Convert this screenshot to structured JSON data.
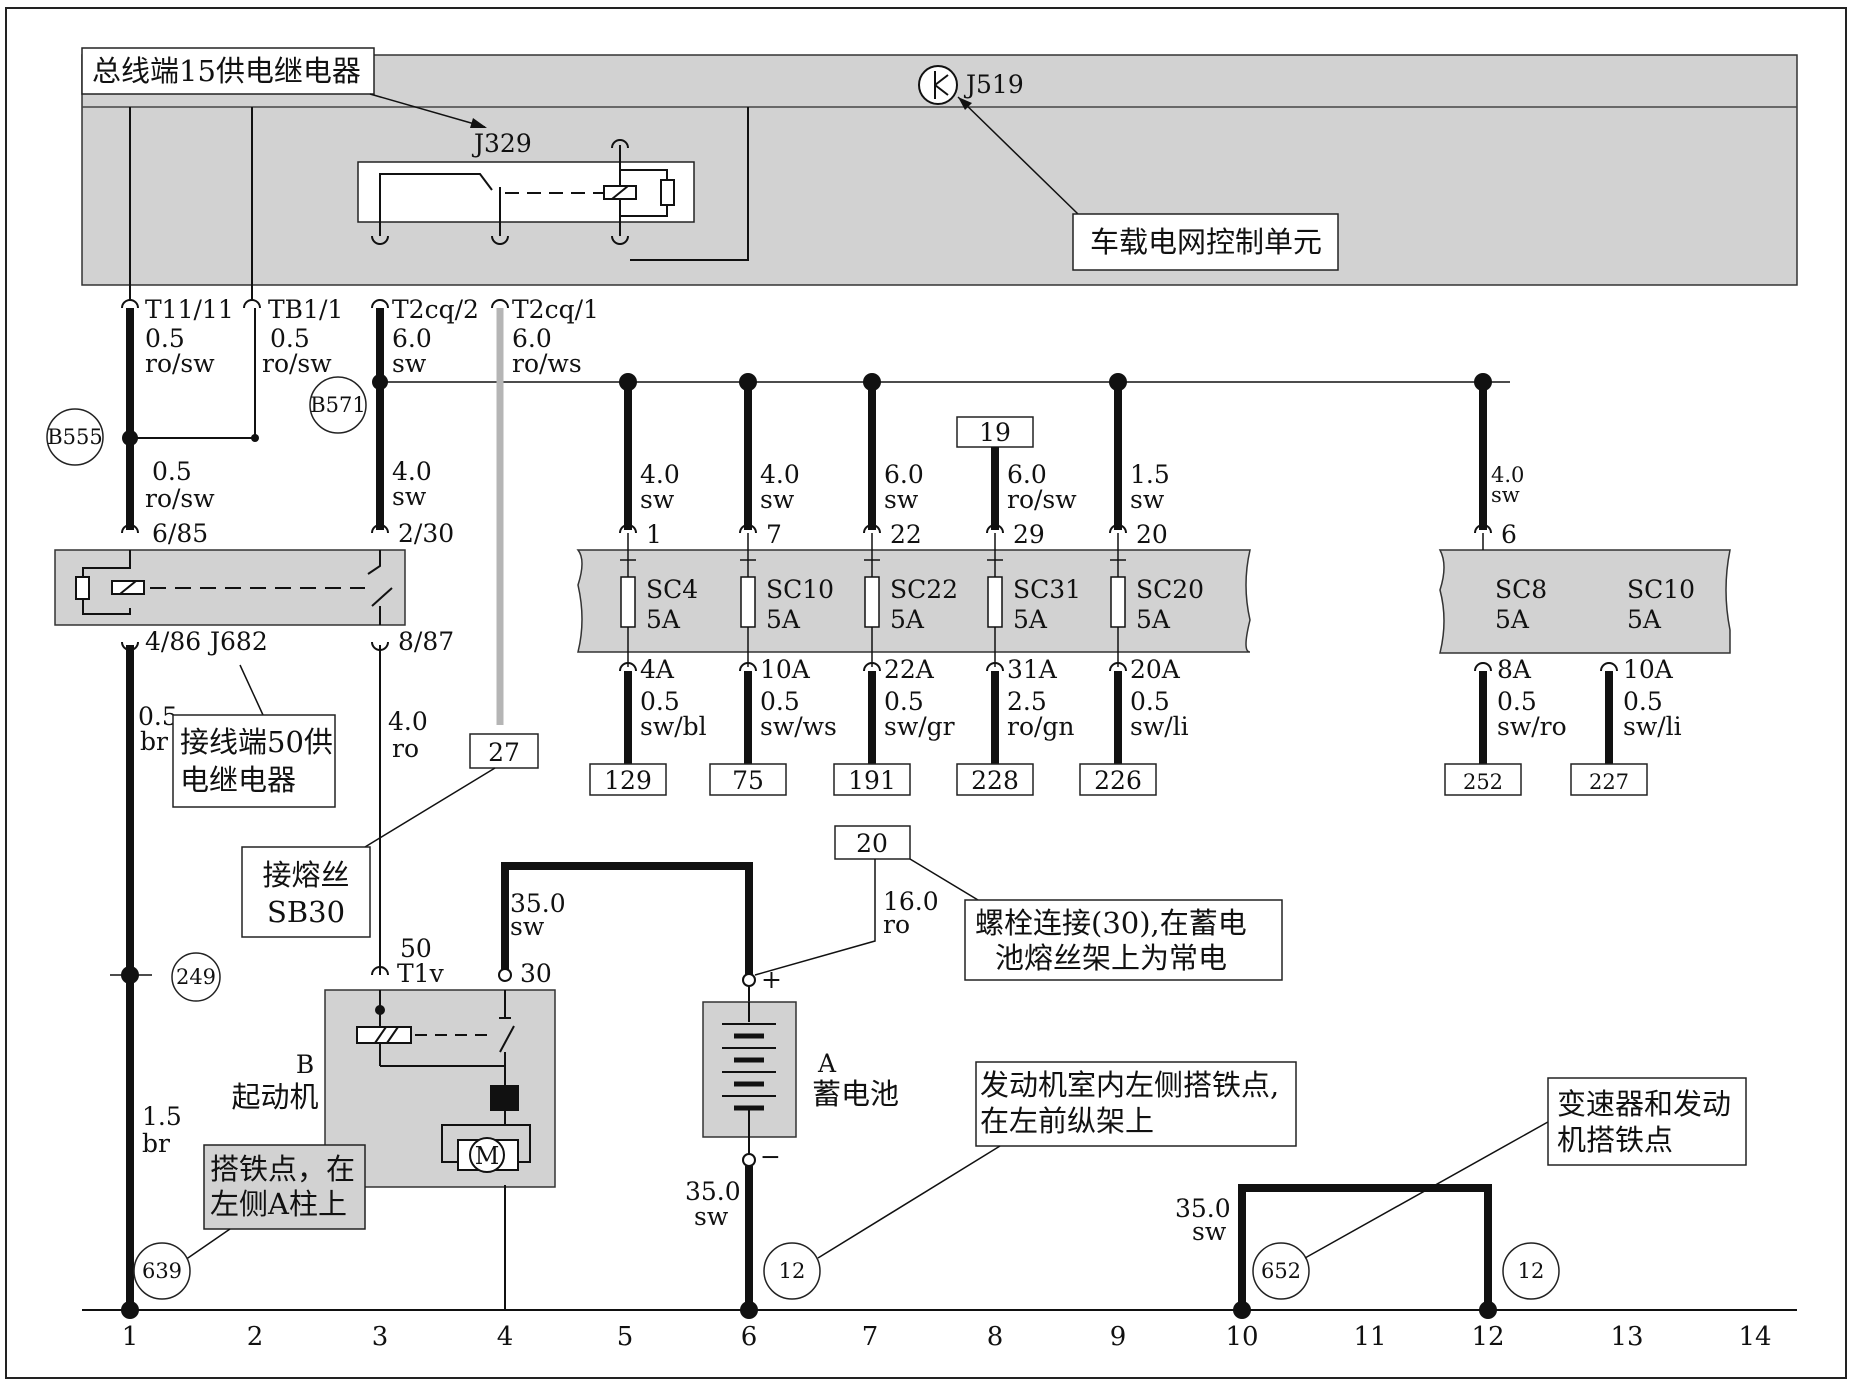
{
  "callouts": {
    "bus15_relay": "总线端15供电继电器",
    "onboard_control": "车载电网控制单元",
    "term50_relay_line1": "接线端50供",
    "term50_relay_line2": "电继电器",
    "fuse_sb30_line1": "接熔丝",
    "fuse_sb30_line2": "SB30",
    "bolt_line1": "螺栓连接(30),在蓄电",
    "bolt_line2": "池熔丝架上为常电",
    "engine_ground_line1": "发动机室内左侧搭铁点,",
    "engine_ground_line2": "在左前纵架上",
    "trans_ground_line1": "变速器和发动",
    "trans_ground_line2": "机搭铁点",
    "a_pillar_line1": "搭铁点，在",
    "a_pillar_line2": "左侧A柱上"
  },
  "components": {
    "j519": "J519",
    "j329": "J329",
    "j682": "J682",
    "starter_id": "B",
    "starter_name": "起动机",
    "battery_id": "A",
    "battery_name": "蓄电池",
    "motor_symbol": "M",
    "plus": "+",
    "minus": "−"
  },
  "connectors": {
    "t11_11": "T11/11",
    "tb1_1": "TB1/1",
    "t2cq_2": "T2cq/2",
    "t2cq_1": "T2cq/1",
    "p6_85": "6/85",
    "p2_30": "2/30",
    "p4_86": "4/86",
    "p8_87": "8/87",
    "t1v_num": "50",
    "t1v": "T1v",
    "term30": "30"
  },
  "wires": {
    "w_t11": [
      "0.5",
      "ro/sw"
    ],
    "w_tb1": [
      "0.5",
      "ro/sw"
    ],
    "w_t2cq2": [
      "6.0",
      "sw"
    ],
    "w_t2cq1": [
      "6.0",
      "ro/ws"
    ],
    "w_b555": [
      "0.5",
      "ro/sw"
    ],
    "w_b571": [
      "4.0",
      "sw"
    ],
    "w_j682_out": [
      "0.5",
      "br"
    ],
    "w_87": [
      "4.0",
      "ro"
    ],
    "w_col1": [
      "1.5",
      "br"
    ],
    "w_starter": [
      "35.0",
      "sw"
    ],
    "w_bolt": [
      "16.0",
      "ro"
    ],
    "w_bat_neg": [
      "35.0",
      "sw"
    ],
    "w_ground_strap": [
      "35.0",
      "sw"
    ]
  },
  "fuse_feeds": [
    {
      "gauge": "4.0",
      "color": "sw",
      "pin": "1"
    },
    {
      "gauge": "4.0",
      "color": "sw",
      "pin": "7"
    },
    {
      "gauge": "6.0",
      "color": "sw",
      "pin": "22"
    },
    {
      "gauge": "6.0",
      "color": "ro/sw",
      "pin": "29"
    },
    {
      "gauge": "1.5",
      "color": "sw",
      "pin": "20"
    }
  ],
  "fuses": [
    {
      "name": "SC4",
      "amps": "5A"
    },
    {
      "name": "SC10",
      "amps": "5A"
    },
    {
      "name": "SC22",
      "amps": "5A"
    },
    {
      "name": "SC31",
      "amps": "5A"
    },
    {
      "name": "SC20",
      "amps": "5A"
    }
  ],
  "fuse_outputs": [
    {
      "pin": "4A",
      "gauge": "0.5",
      "color": "sw/bl",
      "ref": "129"
    },
    {
      "pin": "10A",
      "gauge": "0.5",
      "color": "sw/ws",
      "ref": "75"
    },
    {
      "pin": "22A",
      "gauge": "0.5",
      "color": "sw/gr",
      "ref": "191"
    },
    {
      "pin": "31A",
      "gauge": "2.5",
      "color": "ro/gn",
      "ref": "228"
    },
    {
      "pin": "20A",
      "gauge": "0.5",
      "color": "sw/li",
      "ref": "226"
    }
  ],
  "right_feed": {
    "gauge": "4.0",
    "color": "sw",
    "pin": "6"
  },
  "right_fuses": [
    {
      "name": "SC8",
      "amps": "5A"
    },
    {
      "name": "SC10",
      "amps": "5A"
    }
  ],
  "right_outputs": [
    {
      "pin": "8A",
      "gauge": "0.5",
      "color": "sw/ro",
      "ref": "252"
    },
    {
      "pin": "10A",
      "gauge": "0.5",
      "color": "sw/li",
      "ref": "227"
    }
  ],
  "refs": {
    "r19": "19",
    "r27": "27",
    "r20": "20"
  },
  "circles": {
    "b555": "B555",
    "b571": "B571",
    "c249": "249",
    "c639": "639",
    "c12a": "12",
    "c652": "652",
    "c12b": "12"
  },
  "columns": [
    "1",
    "2",
    "3",
    "4",
    "5",
    "6",
    "7",
    "8",
    "9",
    "10",
    "11",
    "12",
    "13",
    "14"
  ]
}
